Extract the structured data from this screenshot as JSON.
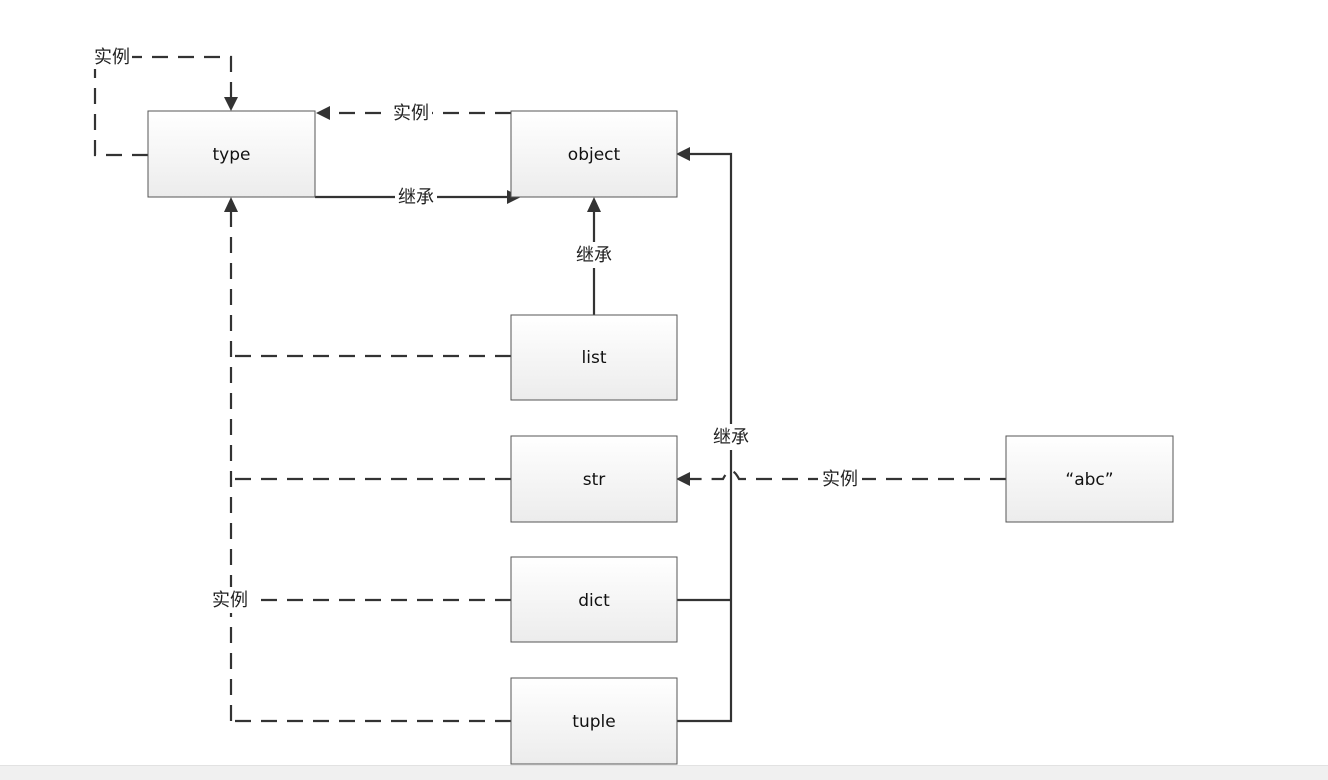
{
  "nodes": {
    "type": "type",
    "object": "object",
    "list": "list",
    "str": "str",
    "dict": "dict",
    "tuple": "tuple",
    "abc": "“abc”"
  },
  "labels": {
    "instance": "实例",
    "inherit": "继承"
  },
  "colors": {
    "line": "#333333",
    "box_border": "#555555",
    "box_fill_top": "#ffffff",
    "box_fill_bottom": "#ececec"
  }
}
